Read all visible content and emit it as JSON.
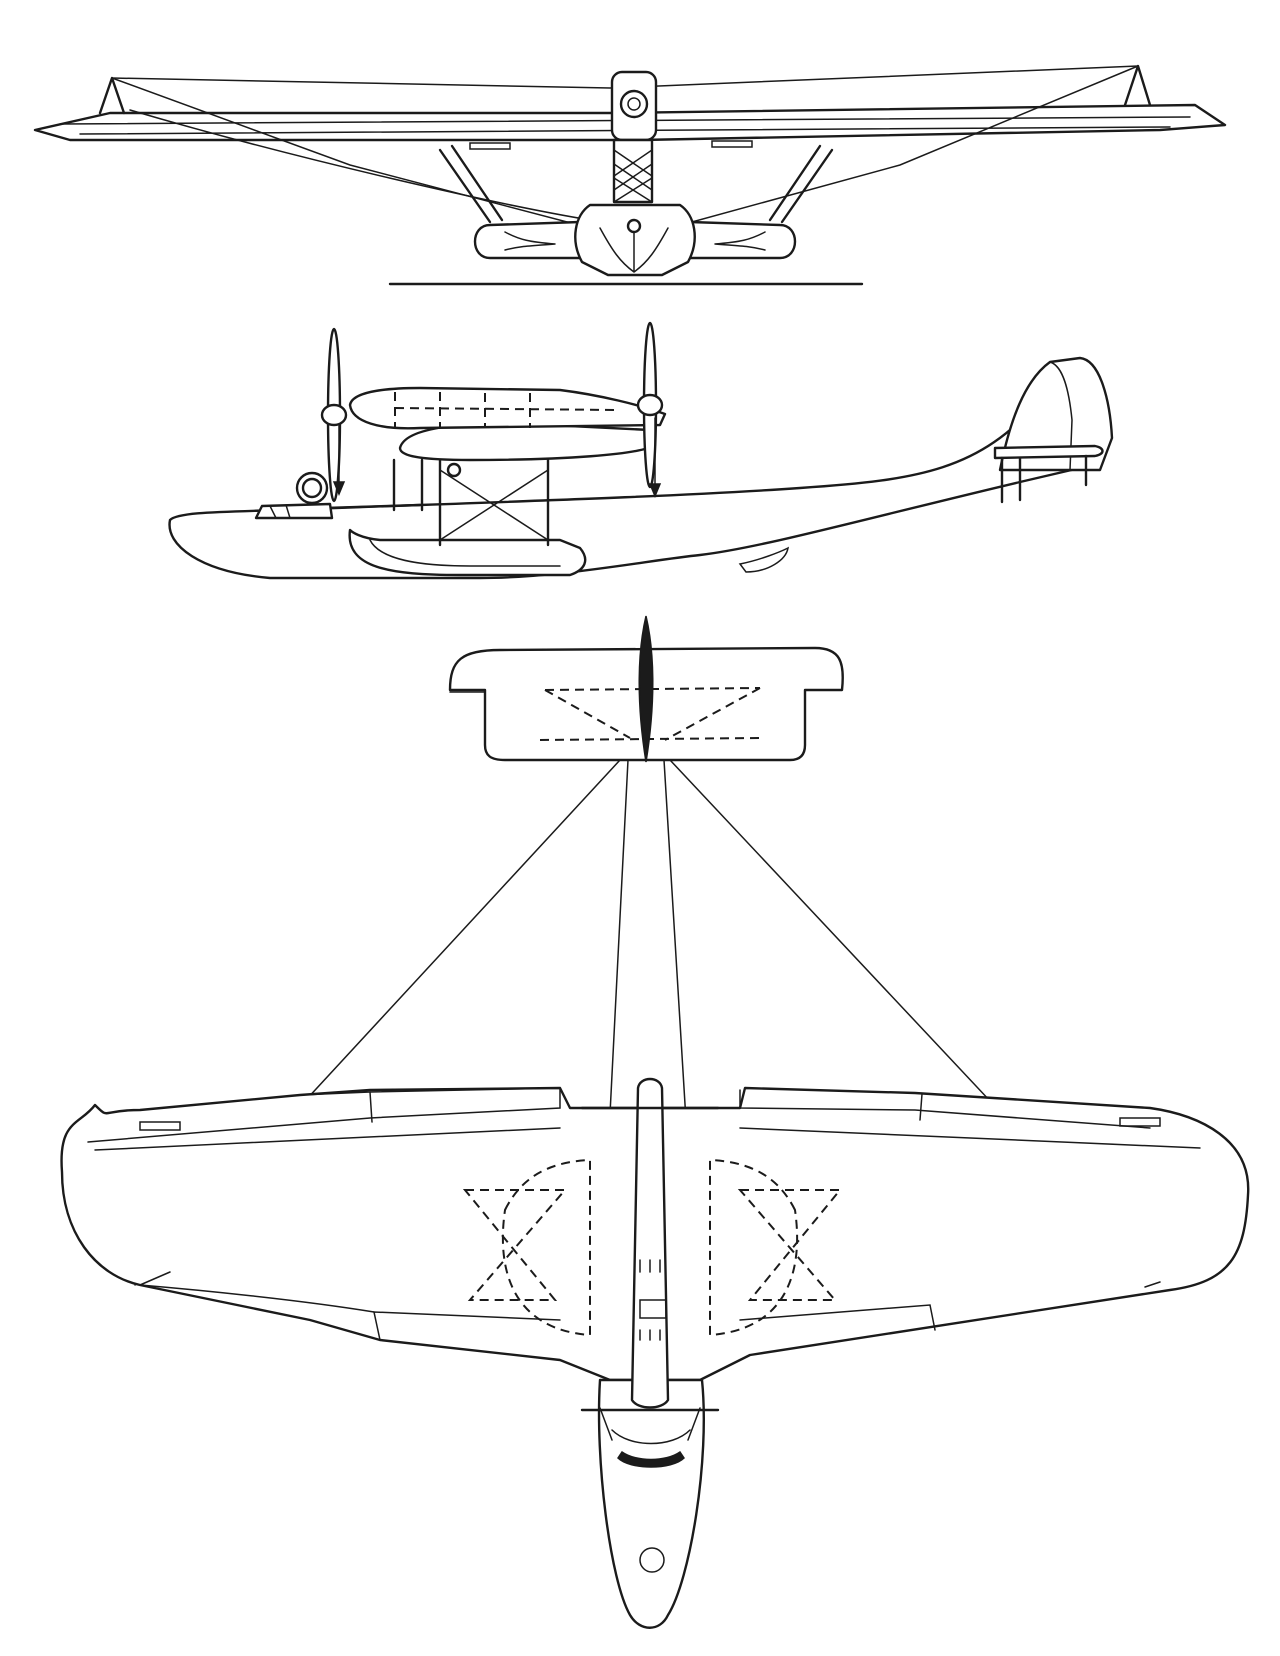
{
  "drawing": {
    "views": [
      "front-view",
      "side-view",
      "top-view"
    ],
    "colors": {
      "line": "#1b1b1b",
      "background": "#ffffff"
    }
  }
}
